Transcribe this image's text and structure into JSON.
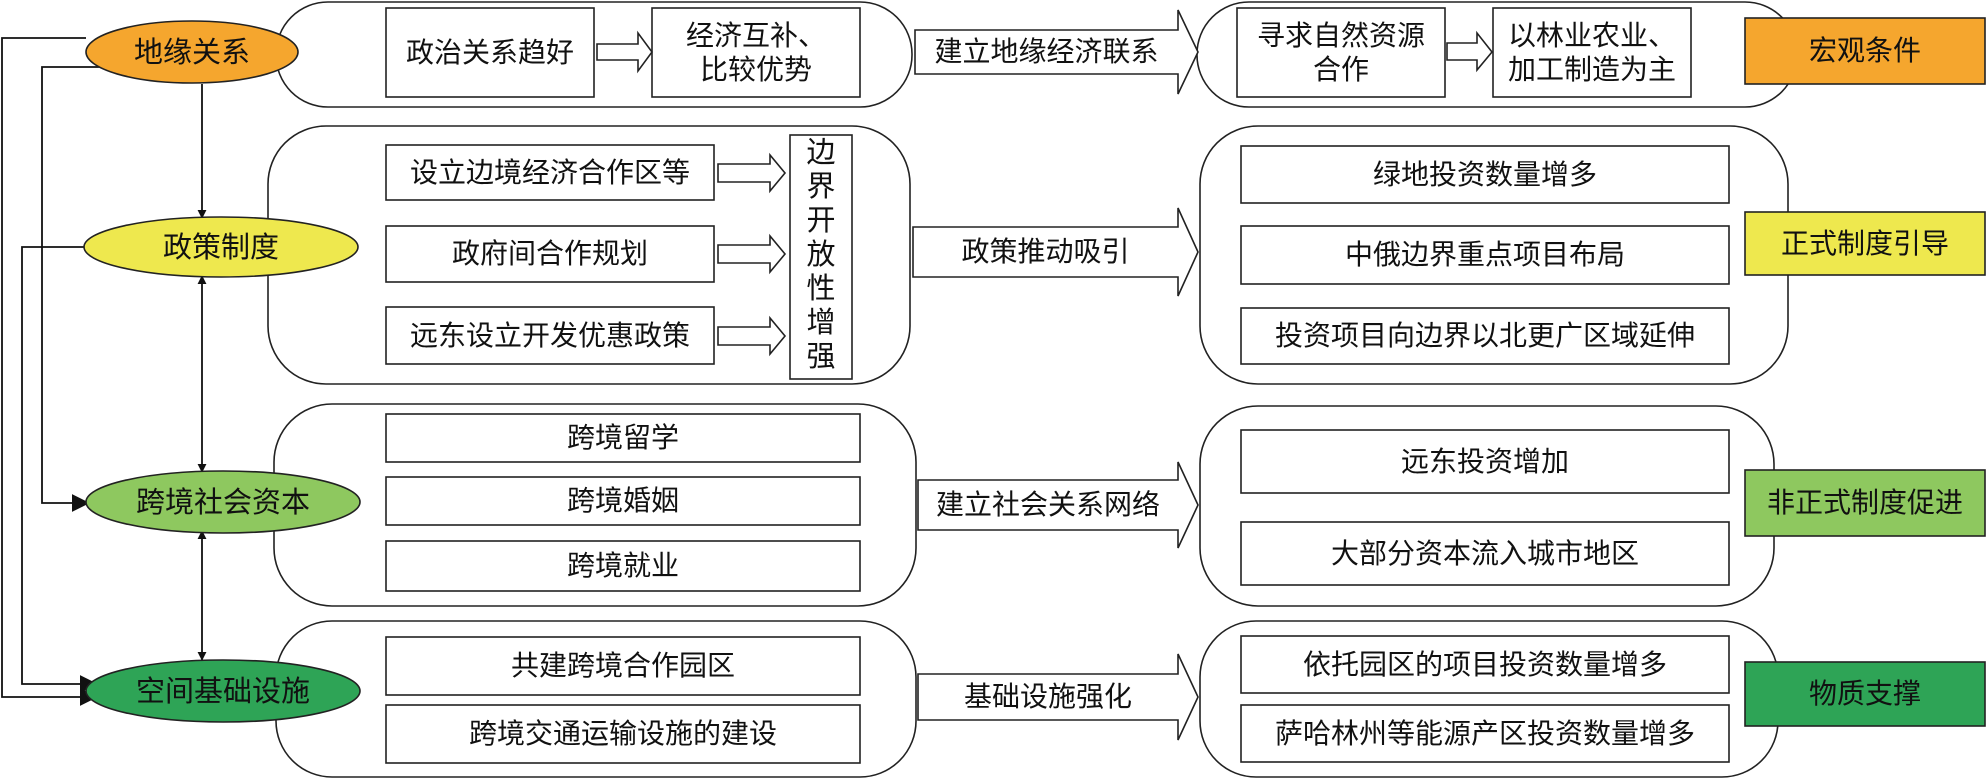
{
  "colors": {
    "orange": "#f5a62e",
    "yellow": "#eee84e",
    "green_light": "#8ec85f",
    "green_dark": "#2ea456",
    "stroke": "#222222"
  },
  "factors": {
    "geo": "地缘关系",
    "policy": "政策制度",
    "social": "跨境社会资本",
    "infra": "空间基础设施"
  },
  "row1": {
    "left": [
      "政治关系趋好",
      "经济互补、\n比较优势"
    ],
    "arrow": "建立地缘经济联系",
    "right": [
      "寻求自然资源\n合作",
      "以林业农业、\n加工制造为主"
    ],
    "side": "宏观条件"
  },
  "row2": {
    "left": [
      "设立边境经济合作区等",
      "政府间合作规划",
      "远东设立开发优惠政策"
    ],
    "vertical": "边界开放性增强",
    "arrow": "政策推动吸引",
    "right": [
      "绿地投资数量增多",
      "中俄边界重点项目布局",
      "投资项目向边界以北更广区域延伸"
    ],
    "side": "正式制度引导"
  },
  "row3": {
    "left": [
      "跨境留学",
      "跨境婚姻",
      "跨境就业"
    ],
    "arrow": "建立社会关系网络",
    "right": [
      "远东投资增加",
      "大部分资本流入城市地区"
    ],
    "side": "非正式制度促进"
  },
  "row4": {
    "left": [
      "共建跨境合作园区",
      "跨境交通运输设施的建设"
    ],
    "arrow": "基础设施强化",
    "right": [
      "依托园区的项目投资数量增多",
      "萨哈林州等能源产区投资数量增多"
    ],
    "side": "物质支撑"
  }
}
